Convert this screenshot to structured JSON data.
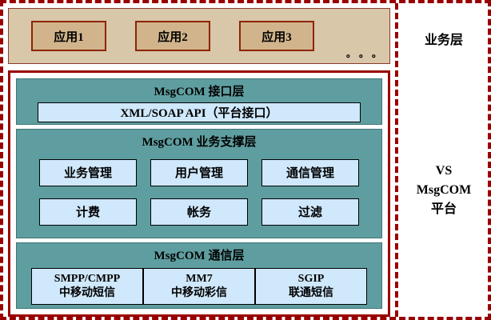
{
  "business_layer": {
    "apps": [
      "应用1",
      "应用2",
      "应用3"
    ],
    "dots": "。。。",
    "label": "业务层"
  },
  "platform": {
    "label_lines": [
      "VS",
      "MsgCOM",
      "平台"
    ],
    "interface_layer": {
      "title": "MsgCOM 接口层",
      "api_box": "XML/SOAP API（平台接口）"
    },
    "support_layer": {
      "title": "MsgCOM 业务支撑层",
      "row1": [
        "业务管理",
        "用户管理",
        "通信管理"
      ],
      "row2": [
        "计费",
        "帐务",
        "过滤"
      ]
    },
    "comm_layer": {
      "title": "MsgCOM 通信层",
      "boxes": [
        {
          "protocol": "SMPP/CMPP",
          "service": "中移动短信"
        },
        {
          "protocol": "MM7",
          "service": "中移动彩信"
        },
        {
          "protocol": "SGIP",
          "service": "联通短信"
        }
      ]
    }
  },
  "colors": {
    "dashed_border": "#990000",
    "platform_border": "#990000",
    "app_layer_bg": "#d9c7aa",
    "app_box_bg": "#d2b48c",
    "section_bg": "#5f9ea0",
    "item_box_bg": "#cfe8fb"
  }
}
